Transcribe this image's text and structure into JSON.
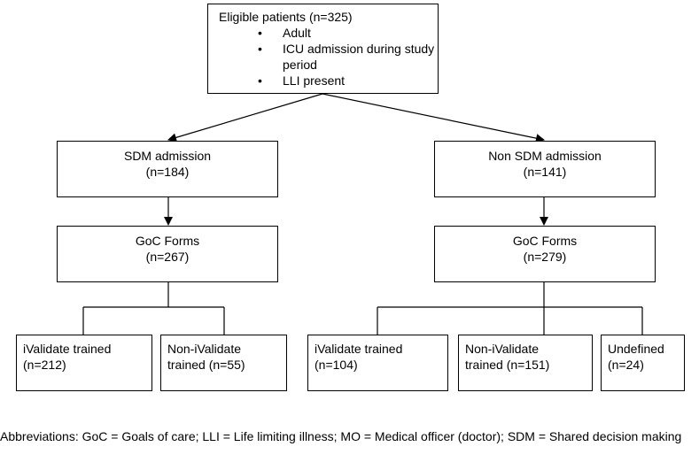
{
  "eligible": {
    "title": "Eligible patients (n=325)",
    "bullets": [
      "Adult",
      "ICU admission during study period",
      "LLI present"
    ]
  },
  "sdm": {
    "line1": "SDM admission",
    "line2": "(n=184)"
  },
  "nonsdm": {
    "line1": "Non SDM admission",
    "line2": "(n=141)"
  },
  "goc_sdm": {
    "line1": "GoC Forms",
    "line2": "(n=267)"
  },
  "goc_nonsdm": {
    "line1": "GoC Forms",
    "line2": "(n=279)"
  },
  "leaves": [
    {
      "line1": "iValidate trained",
      "line2": "(n=212)"
    },
    {
      "line1": "Non-iValidate",
      "line2": "trained (n=55)"
    },
    {
      "line1": "iValidate trained",
      "line2": "(n=104)"
    },
    {
      "line1": "Non-iValidate",
      "line2": "trained (n=151)"
    },
    {
      "line1": "Undefined",
      "line2": "(n=24)"
    }
  ],
  "abbreviations": "Abbreviations: GoC = Goals of care; LLI = Life limiting illness; MO = Medical officer (doctor); SDM = Shared decision making"
}
